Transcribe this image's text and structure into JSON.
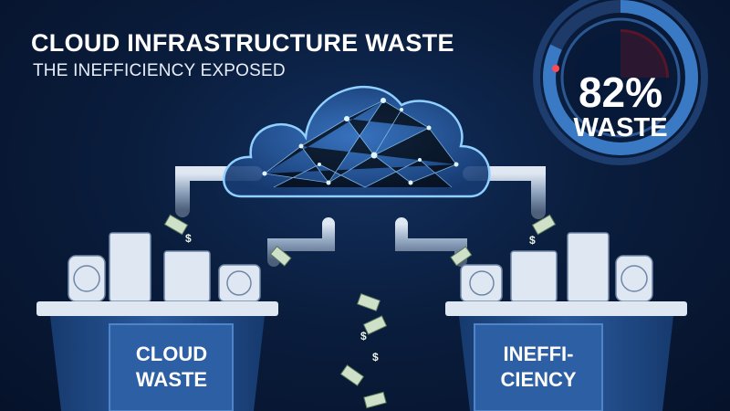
{
  "header": {
    "title": "CLOUD INFRASTRUCTURE WASTE",
    "subtitle": "THE INEFFICIENCY EXPOSED"
  },
  "gauge": {
    "value_text": "82%",
    "label": "WASTE",
    "percent": 82,
    "colors": {
      "ring": "#3a7ac4",
      "waste": "#c0222e"
    }
  },
  "bins": [
    {
      "line1": "CLOUD",
      "line2": "WASTE"
    },
    {
      "line1": "INEFFI-",
      "line2": "CIENCY"
    }
  ],
  "money_symbol": "$",
  "colors": {
    "background": "#0a1d3d",
    "bin": "#1f4a85",
    "glow": "#7cc8ff"
  }
}
